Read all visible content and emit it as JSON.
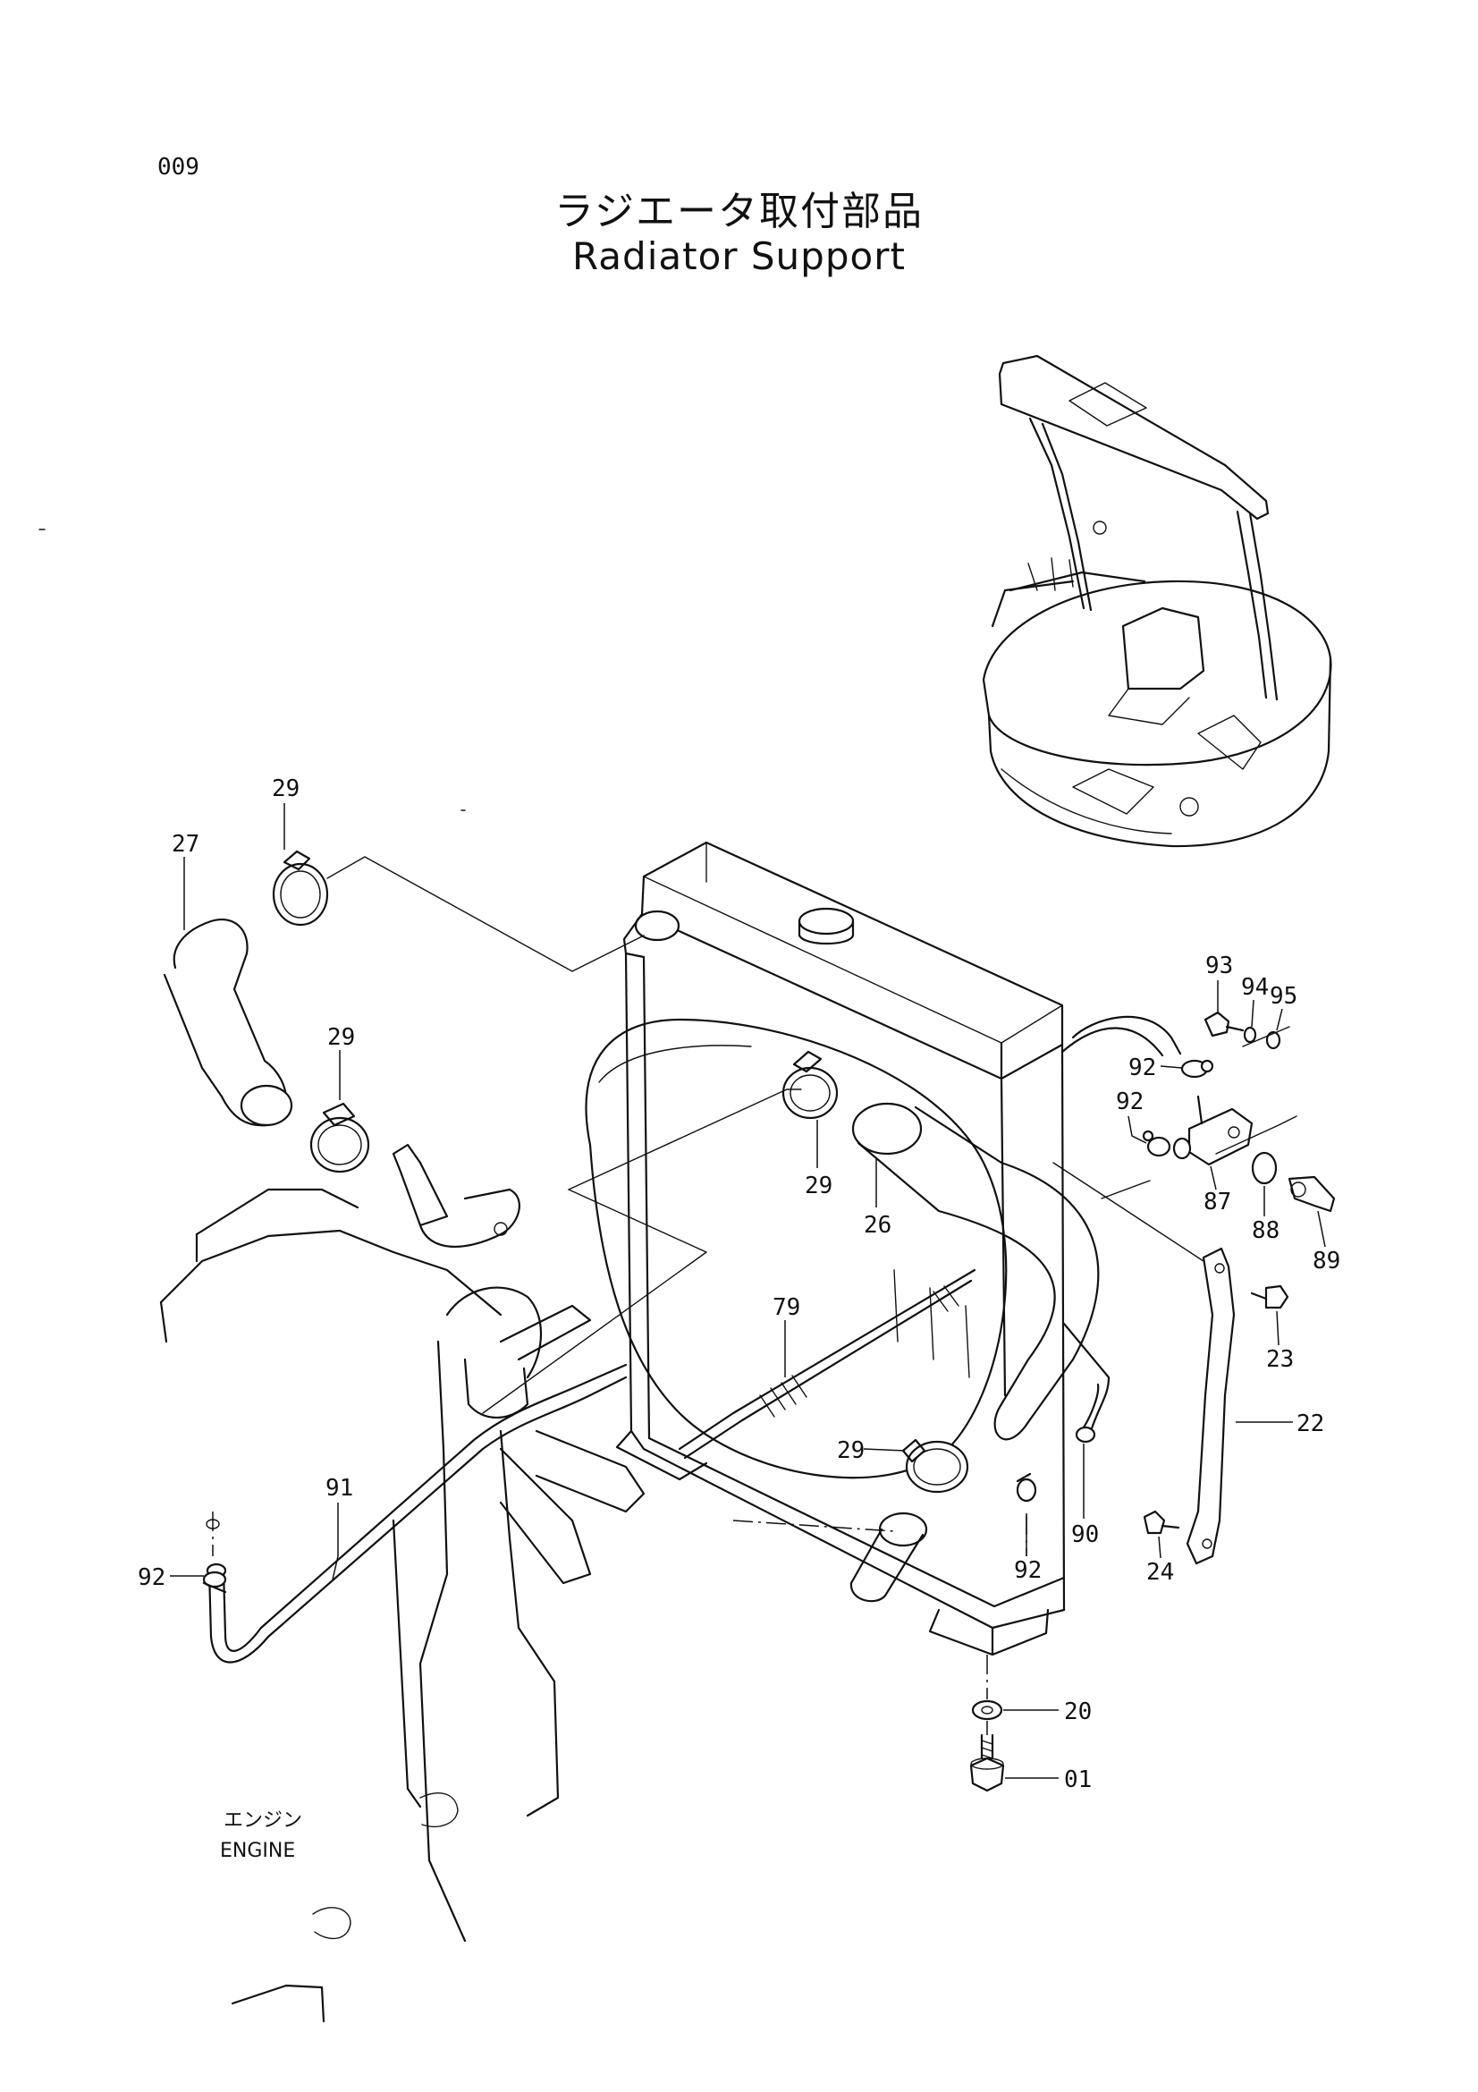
{
  "page_number": "009",
  "title_jp": "ラジエータ取付部品",
  "title_en": "Radiator Support",
  "engine_label_jp": "エンジン",
  "engine_label_en": "ENGINE",
  "callouts": {
    "c29a": "29",
    "c27": "27",
    "c29b": "29",
    "c29c": "29",
    "c26": "26",
    "c79": "79",
    "c29d": "29",
    "c91": "91",
    "c92a": "92",
    "c93": "93",
    "c94": "94",
    "c95": "95",
    "c92b": "92",
    "c92c": "92",
    "c87": "87",
    "c88": "88",
    "c89": "89",
    "c23": "23",
    "c22": "22",
    "c92d": "92",
    "c90": "90",
    "c24": "24",
    "c20": "20",
    "c01": "01"
  }
}
